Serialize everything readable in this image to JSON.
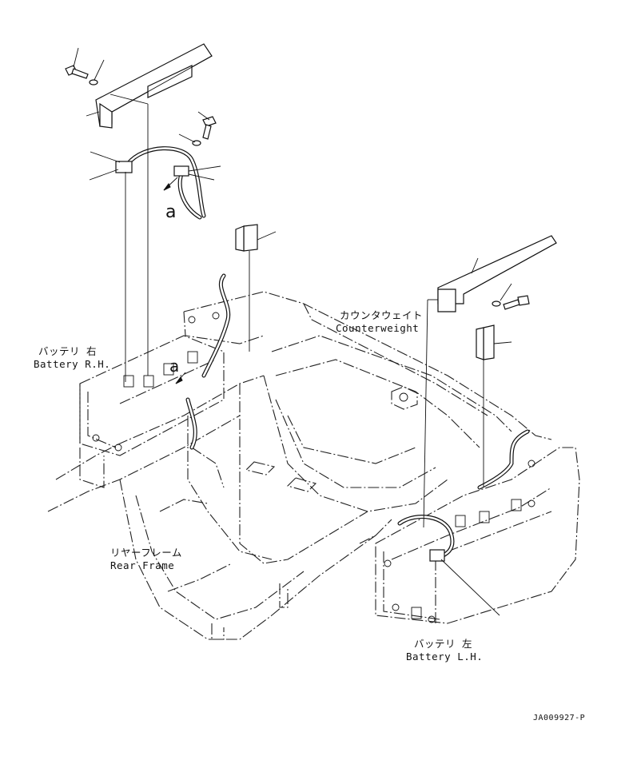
{
  "labels": {
    "battery_rh_jp": "バッテリ 右",
    "battery_rh_en": "Battery R.H.",
    "battery_lh_jp": "バッテリ 左",
    "battery_lh_en": "Battery L.H.",
    "counterweight_jp": "カウンタウェイト",
    "counterweight_en": "Counterweight",
    "rear_frame_jp": "リヤーフレーム",
    "rear_frame_en": "Rear Frame",
    "ref_a_top": "a",
    "ref_a_frame": "a",
    "drawing_code": "JA009927-P"
  }
}
